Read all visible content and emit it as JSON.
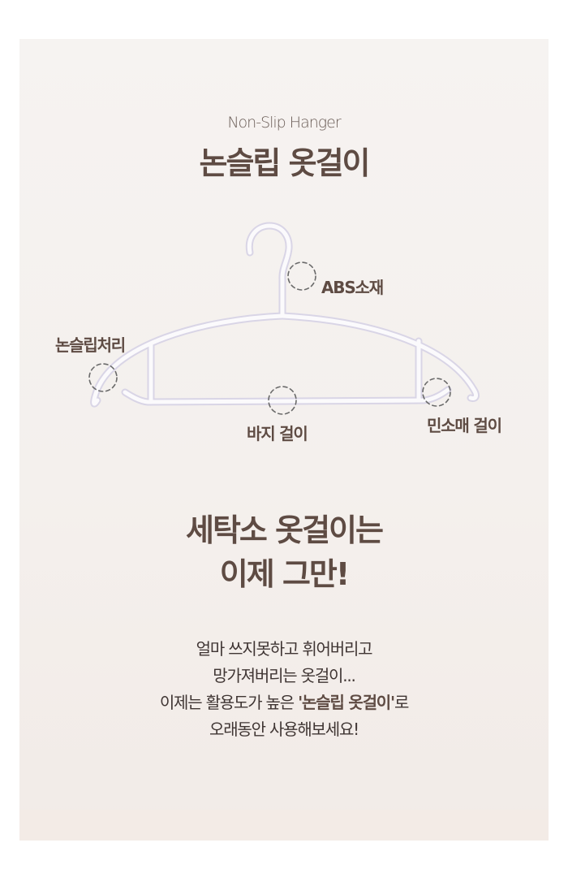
{
  "product": {
    "subtitle_en": "Non-Slip Hanger",
    "title": "논슬립 옷걸이"
  },
  "callouts": {
    "abs": "ABS소재",
    "non_slip": "논슬립처리",
    "pants": "바지 걸이",
    "sleeveless": "민소매 걸이"
  },
  "headline": {
    "line1": "세탁소 옷걸이는",
    "line2": "이제 그만!"
  },
  "description": {
    "line1": "얼마 쓰지못하고 휘어버리고",
    "line2": "망가져버리는 옷걸이...",
    "line3_prefix": "이제는 활용도가 높은 ",
    "line3_highlight": "'논슬립 옷걸이'",
    "line3_suffix": "로",
    "line4": "오래동안 사용해보세요!"
  },
  "colors": {
    "title": "#5e4b43",
    "body_text": "#3f3533",
    "panel_bg": "#f4f0ed",
    "hanger_outline": "#d9d5e6"
  }
}
